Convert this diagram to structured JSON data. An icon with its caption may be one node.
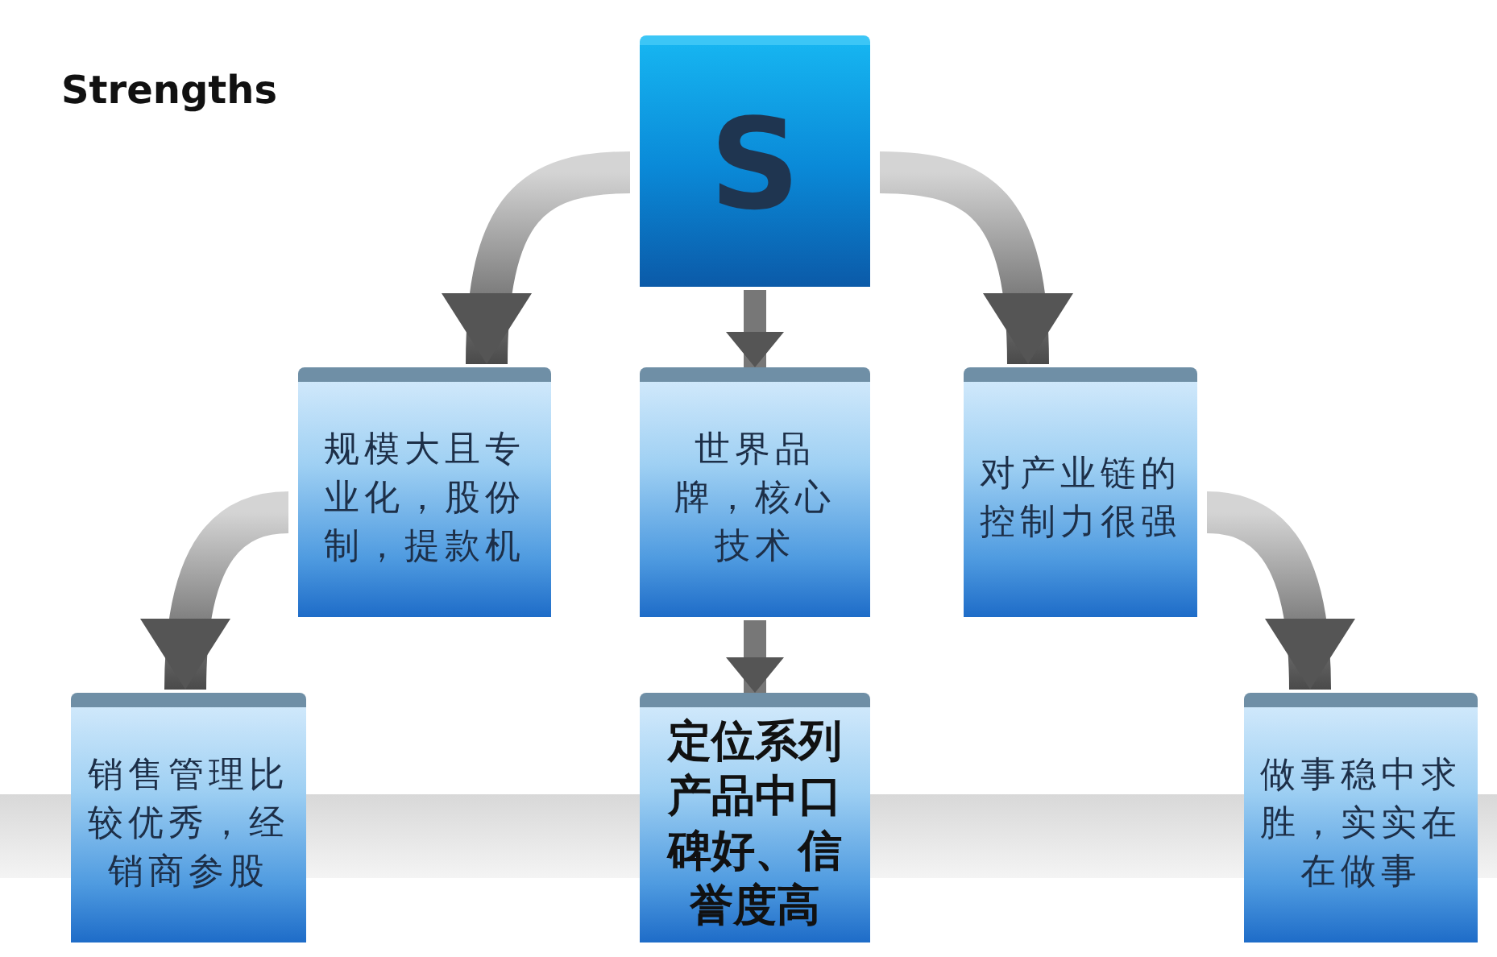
{
  "diagram": {
    "title": "Strengths",
    "nodes": [
      {
        "text": [
          "S"
        ]
      },
      {
        "text": [
          "规模大且专业化，股份制，提款机"
        ]
      },
      {
        "text": [
          "世界品牌，核心技术"
        ]
      },
      {
        "text": [
          "对产业链的控制力很强"
        ]
      },
      {
        "text": [
          "销售管理比较优秀，经销商参股"
        ]
      },
      {
        "text": [
          "定位系列产品中口碑好、信誉度高"
        ]
      },
      {
        "text": [
          "做事稳中求胜，实实在在做事"
        ]
      }
    ],
    "edges": [
      {
        "from": 0,
        "to": 1,
        "arrow": "to"
      },
      {
        "from": 0,
        "to": 2,
        "arrow": "to"
      },
      {
        "from": 0,
        "to": 3,
        "arrow": "to"
      },
      {
        "from": 1,
        "to": 4,
        "arrow": "to"
      },
      {
        "from": 2,
        "to": 5,
        "arrow": "to"
      },
      {
        "from": 3,
        "to": 6,
        "arrow": "to"
      }
    ]
  }
}
